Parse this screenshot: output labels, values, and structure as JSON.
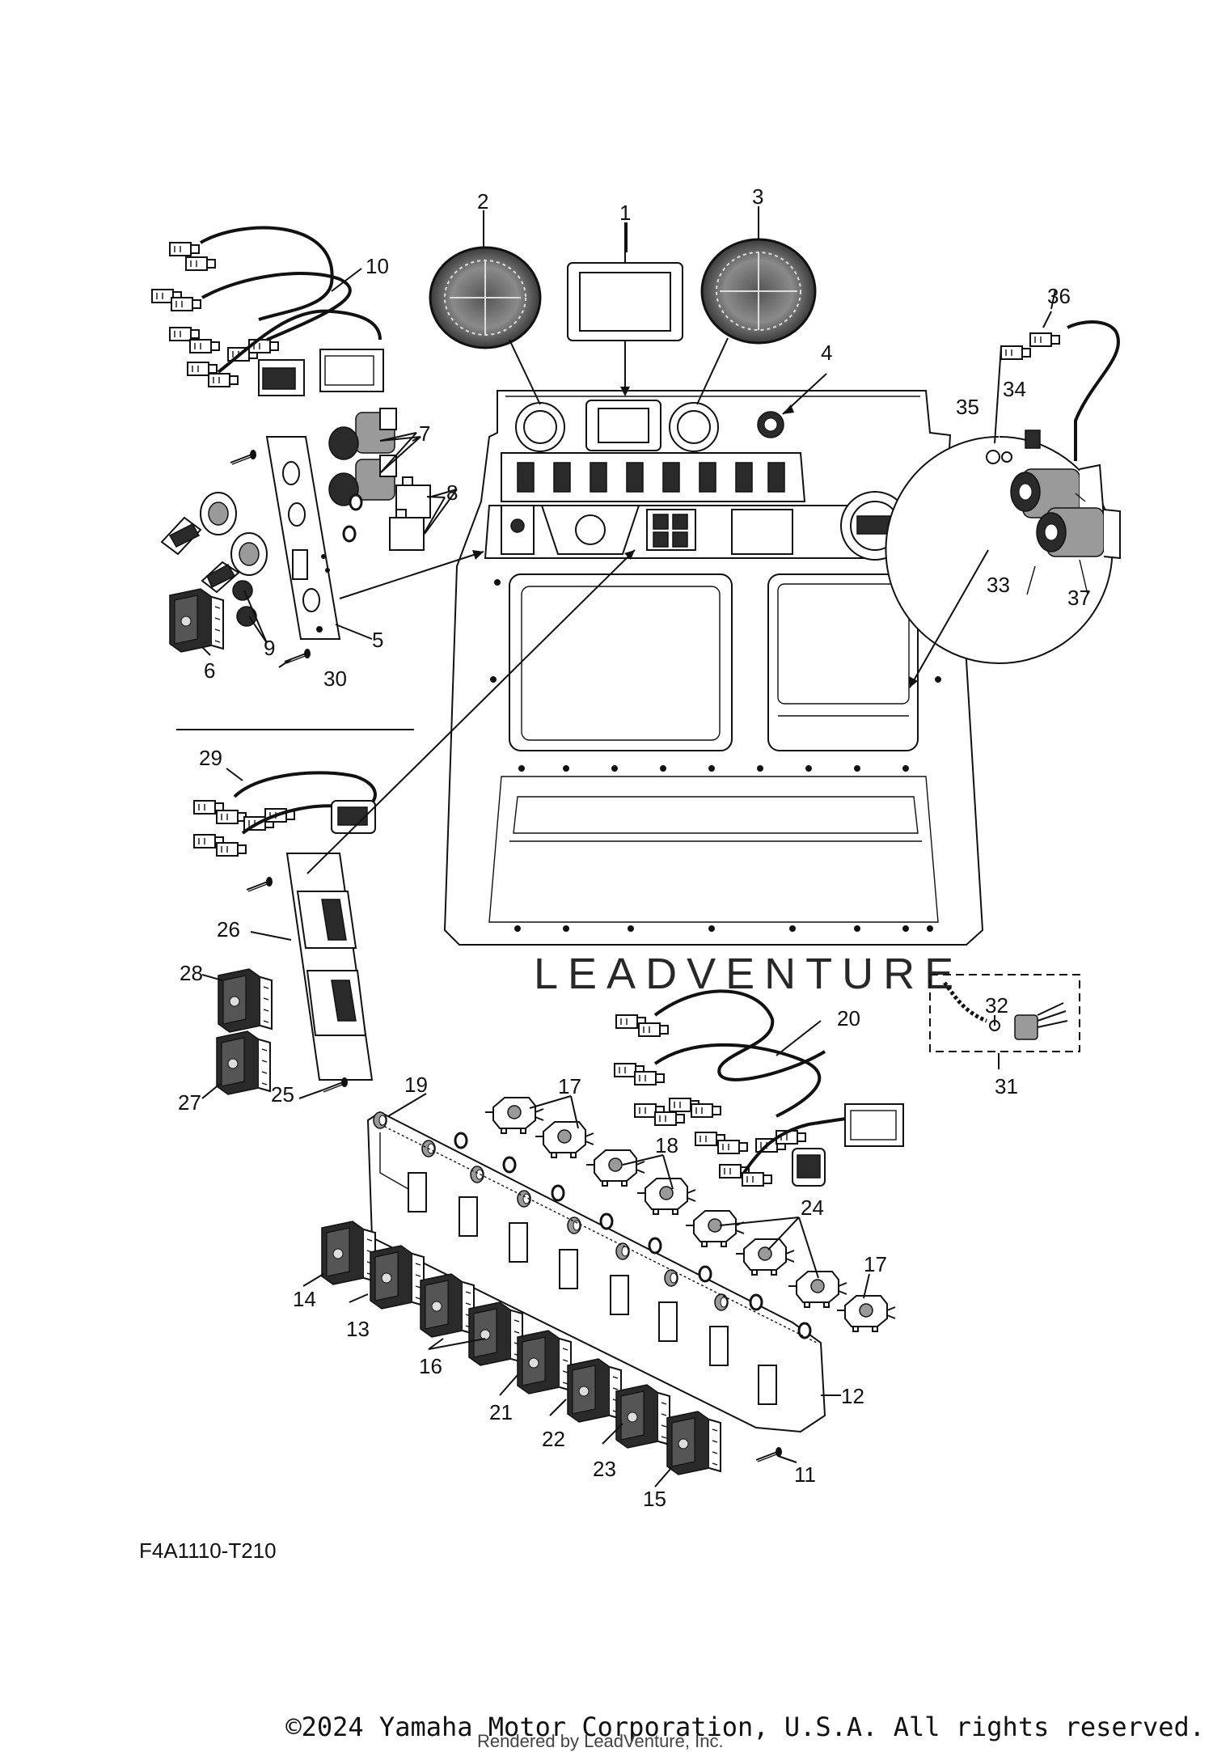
{
  "diagram_code": "F4A1110-T210",
  "watermark_text": "LEADVENTURE",
  "copyright": "©2024 Yamaha Motor Corporation, U.S.A. All rights reserved.",
  "rendered_by": "Rendered by LeadVenture, Inc.",
  "callouts": {
    "c1": "1",
    "c2": "2",
    "c3": "3",
    "c4": "4",
    "c5": "5",
    "c6": "6",
    "c7": "7",
    "c8": "8",
    "c9": "9",
    "c10": "10",
    "c11": "11",
    "c12": "12",
    "c13": "13",
    "c14": "14",
    "c15": "15",
    "c16": "16",
    "c17a": "17",
    "c17b": "17",
    "c18": "18",
    "c19": "19",
    "c20": "20",
    "c21": "21",
    "c22": "22",
    "c23": "23",
    "c24": "24",
    "c25": "25",
    "c26": "26",
    "c27": "27",
    "c28": "28",
    "c29": "29",
    "c30": "30",
    "c31": "31",
    "c32": "32",
    "c33": "33",
    "c34": "34",
    "c35": "35",
    "c36": "36",
    "c37": "37"
  },
  "colors": {
    "line": "#111111",
    "background": "#ffffff",
    "watermark": "#d9d9d9"
  }
}
